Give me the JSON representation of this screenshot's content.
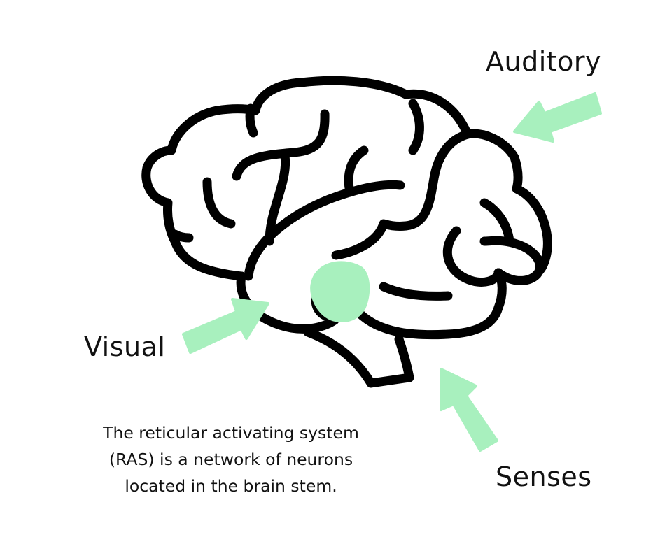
{
  "labels": {
    "auditory": "Auditory",
    "visual": "Visual",
    "senses": "Senses"
  },
  "caption": {
    "line1": "The reticular activating system",
    "line2": "(RAS) is a network of neurons",
    "line3": "located in the brain stem."
  },
  "icons": {
    "brain": "brain-outline-icon",
    "ras": "ras-highlight-blob",
    "arrow_auditory": "arrow-icon",
    "arrow_visual": "arrow-icon",
    "arrow_senses": "arrow-icon"
  },
  "colors": {
    "accent": "#a8f0be",
    "outline": "#000000",
    "text": "#111111",
    "background": "#ffffff"
  }
}
